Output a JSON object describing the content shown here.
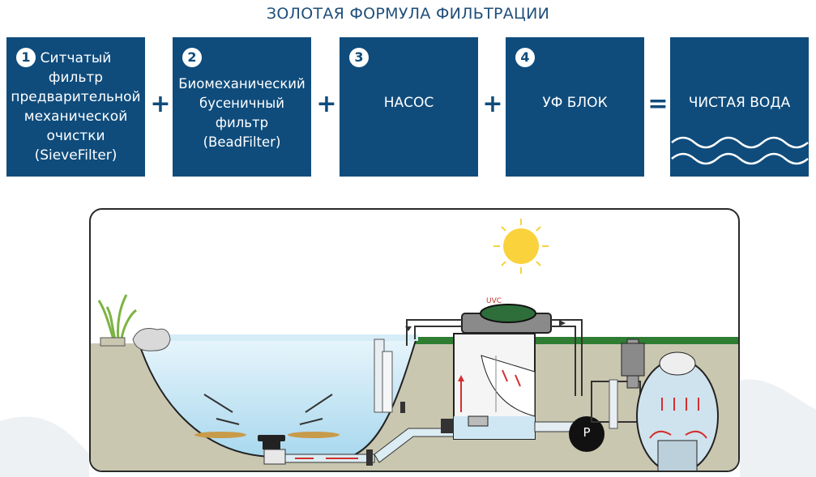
{
  "title": "ЗОЛОТАЯ ФОРМУЛА ФИЛЬТРАЦИИ",
  "steps": [
    {
      "number": "1",
      "text": "   Ситчатый\nфильтр\nпредварительной\nмеханической\nочистки\n(SieveFilter)"
    },
    {
      "number": "2",
      "text": "Биомеханический\nбусеничный\nфильтр\n(BeadFilter)"
    },
    {
      "number": "3",
      "text": "НАСОС"
    },
    {
      "number": "4",
      "text": "УФ БЛОК"
    }
  ],
  "operators": [
    "+",
    "+",
    "+",
    "="
  ],
  "result": "ЧИСТАЯ ВОДА",
  "diagram": {
    "uvc_label": "UVC",
    "pump_label": "P"
  },
  "colors": {
    "box_blue": "#0f4c7c",
    "grass": "#2e7d32",
    "soil": "#c9c7b0",
    "water": "#bfe3f2",
    "sun": "#f9d23c",
    "flow_arrow": "#d32f2f"
  }
}
